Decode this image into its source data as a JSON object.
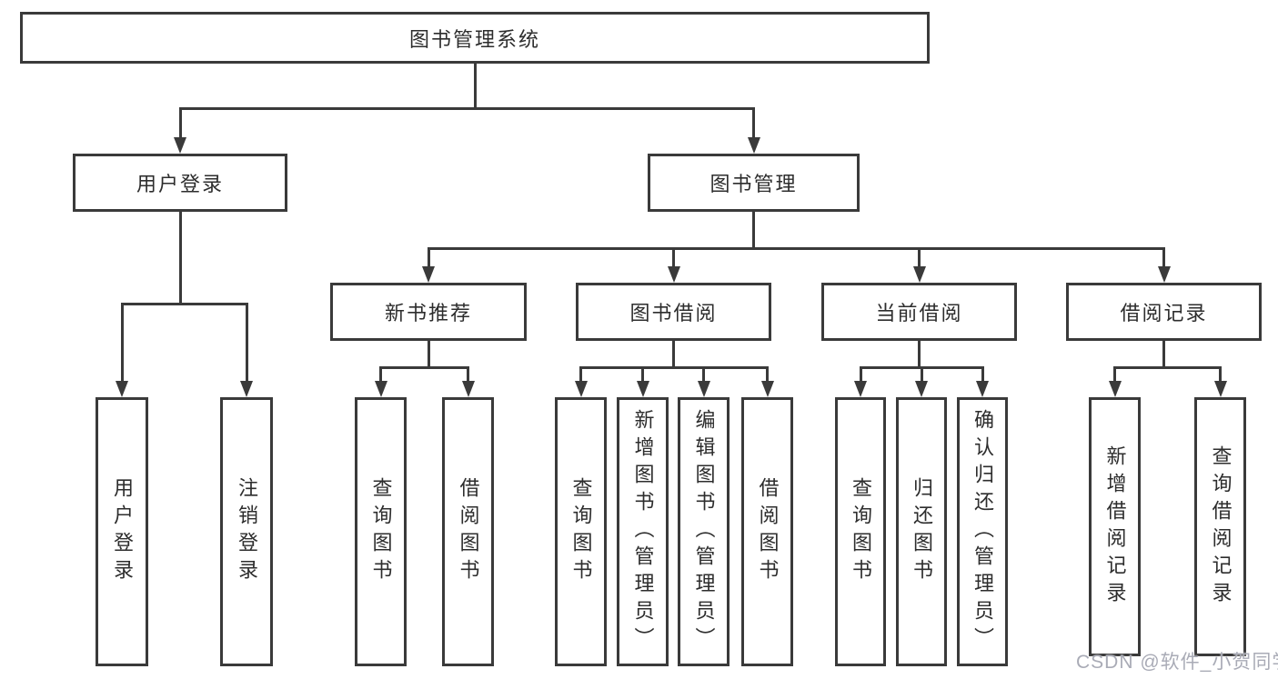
{
  "tree": {
    "label": "图书管理系统",
    "children": [
      {
        "label": "用户登录",
        "children": [
          {
            "label": "用户登录"
          },
          {
            "label": "注销登录"
          }
        ]
      },
      {
        "label": "图书管理",
        "children": [
          {
            "label": "新书推荐",
            "children": [
              {
                "label": "查询图书"
              },
              {
                "label": "借阅图书"
              }
            ]
          },
          {
            "label": "图书借阅",
            "children": [
              {
                "label": "查询图书"
              },
              {
                "label": "新增图书（管理员）"
              },
              {
                "label": "编辑图书（管理员）"
              },
              {
                "label": "借阅图书"
              }
            ]
          },
          {
            "label": "当前借阅",
            "children": [
              {
                "label": "查询图书"
              },
              {
                "label": "归还图书"
              },
              {
                "label": "确认归还（管理员）"
              }
            ]
          },
          {
            "label": "借阅记录",
            "children": [
              {
                "label": "新增借阅记录"
              },
              {
                "label": "查询借阅记录"
              }
            ]
          }
        ]
      }
    ]
  },
  "watermark": "CSDN @软件_小贺同学",
  "colors": {
    "line": "#3a3a3a",
    "text": "#2d2d2d",
    "watermark": "#a9abb6",
    "background": "#ffffff"
  }
}
